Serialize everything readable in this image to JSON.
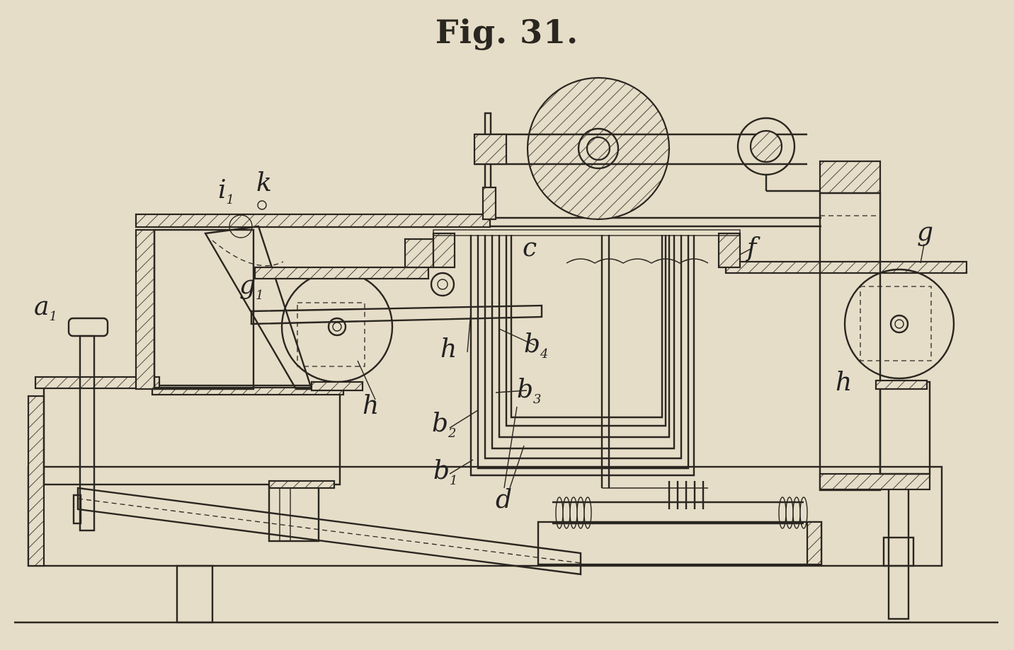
{
  "figure": {
    "title": "Fig. 31.",
    "labels": {
      "a": "a",
      "a_sub": "1",
      "i": "i",
      "i_sub": "1",
      "k": "k",
      "g_left": "g",
      "g_left_sub": "1",
      "c": "c",
      "f": "f",
      "g_right": "g",
      "h_upper": "h",
      "h_lower": "h",
      "h_right": "h",
      "b4": "b",
      "b4_sub": "4",
      "b3": "b",
      "b3_sub": "3",
      "b2": "b",
      "b2_sub": "2",
      "b1": "b",
      "b1_sub": "1",
      "d": "d"
    }
  }
}
